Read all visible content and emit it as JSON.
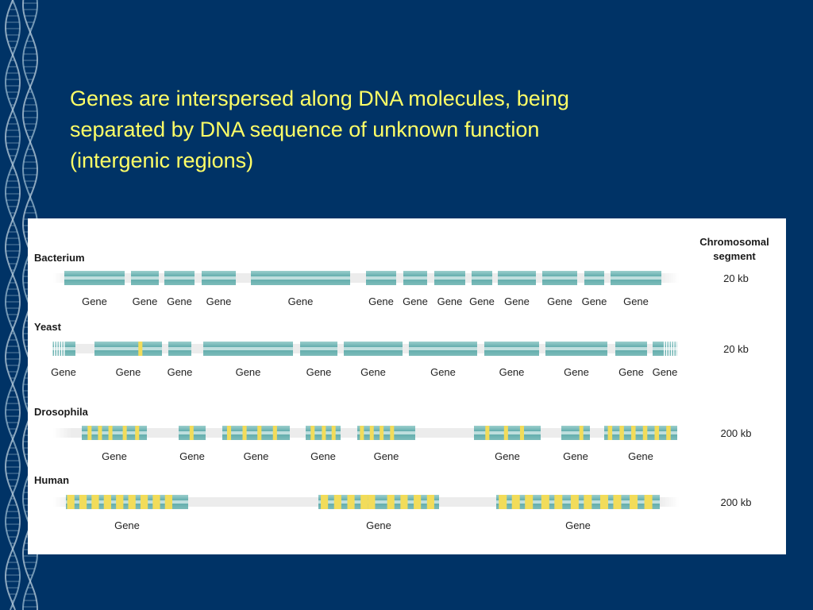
{
  "slide": {
    "title_lines": [
      "Genes are interspersed along DNA molecules, being",
      "separated by DNA sequence of unknown function",
      "(intergenic regions)"
    ]
  },
  "figure": {
    "header_lines": [
      "Chromosomal",
      "segment"
    ],
    "colors": {
      "gene": "#5aa8a8",
      "gene_light": "#cfe8e6",
      "exon_highlight": "#f2dc5a",
      "strand": "#dcdcdc"
    },
    "rows": [
      {
        "organism": "Bacterium",
        "segment": "20 kb",
        "genes": [
          {
            "start": 46,
            "end": 122,
            "label": "Gene"
          },
          {
            "start": 130,
            "end": 165,
            "label": "Gene"
          },
          {
            "start": 172,
            "end": 210,
            "label": "Gene"
          },
          {
            "start": 219,
            "end": 262,
            "label": "Gene"
          },
          {
            "start": 281,
            "end": 406,
            "label": "Gene"
          },
          {
            "start": 426,
            "end": 464,
            "label": "Gene"
          },
          {
            "start": 473,
            "end": 503,
            "label": "Gene"
          },
          {
            "start": 512,
            "end": 551,
            "label": "Gene"
          },
          {
            "start": 559,
            "end": 585,
            "label": "Gene"
          },
          {
            "start": 592,
            "end": 640,
            "label": "Gene"
          },
          {
            "start": 648,
            "end": 692,
            "label": "Gene"
          },
          {
            "start": 701,
            "end": 726,
            "label": "Gene"
          },
          {
            "start": 734,
            "end": 798,
            "label": "Gene"
          }
        ]
      },
      {
        "organism": "Yeast",
        "segment": "20 kb",
        "genes": [
          {
            "start": 30,
            "end": 60,
            "label": "Gene",
            "fade": "left"
          },
          {
            "start": 84,
            "end": 169,
            "label": "Gene",
            "yellow": [
              0.68
            ]
          },
          {
            "start": 177,
            "end": 206,
            "label": "Gene"
          },
          {
            "start": 221,
            "end": 334,
            "label": "Gene"
          },
          {
            "start": 343,
            "end": 390,
            "label": "Gene"
          },
          {
            "start": 398,
            "end": 472,
            "label": "Gene"
          },
          {
            "start": 480,
            "end": 566,
            "label": "Gene"
          },
          {
            "start": 575,
            "end": 644,
            "label": "Gene"
          },
          {
            "start": 652,
            "end": 730,
            "label": "Gene"
          },
          {
            "start": 740,
            "end": 780,
            "label": "Gene"
          },
          {
            "start": 787,
            "end": 818,
            "label": "Gene",
            "fade": "right"
          }
        ]
      },
      {
        "organism": "Drosophila",
        "segment": "200 kb",
        "genes": [
          {
            "start": 68,
            "end": 150,
            "label": "Gene",
            "yellow": [
              0.12,
              0.28,
              0.44,
              0.66,
              0.85
            ]
          },
          {
            "start": 190,
            "end": 224,
            "label": "Gene",
            "yellow": [
              0.48
            ]
          },
          {
            "start": 245,
            "end": 330,
            "label": "Gene",
            "yellow": [
              0.1,
              0.33,
              0.55,
              0.78
            ]
          },
          {
            "start": 350,
            "end": 394,
            "label": "Gene",
            "yellow": [
              0.2,
              0.52,
              0.8
            ]
          },
          {
            "start": 415,
            "end": 488,
            "label": "Gene",
            "yellow": [
              0.08,
              0.25,
              0.42,
              0.6
            ]
          },
          {
            "start": 562,
            "end": 646,
            "label": "Gene",
            "yellow": [
              0.2,
              0.48,
              0.72
            ]
          },
          {
            "start": 672,
            "end": 708,
            "label": "Gene",
            "yellow": [
              0.7
            ]
          },
          {
            "start": 726,
            "end": 818,
            "label": "Gene",
            "yellow": [
              0.08,
              0.24,
              0.4,
              0.56,
              0.72,
              0.88
            ]
          }
        ]
      },
      {
        "organism": "Human",
        "segment": "200 kb",
        "genes": [
          {
            "start": 48,
            "end": 202,
            "label": "Gene",
            "yellow": [
              0.04,
              0.14,
              0.24,
              0.34,
              0.44,
              0.54,
              0.64,
              0.74,
              0.84
            ]
          },
          {
            "start": 366,
            "end": 518,
            "label": "Gene",
            "yellow": [
              0.05,
              0.16,
              0.27,
              0.38,
              0.44,
              0.6,
              0.71,
              0.82,
              0.93
            ]
          },
          {
            "start": 590,
            "end": 796,
            "label": "Gene",
            "yellow": [
              0.04,
              0.12,
              0.2,
              0.3,
              0.38,
              0.48,
              0.56,
              0.66,
              0.74,
              0.84,
              0.93
            ]
          }
        ]
      }
    ]
  }
}
